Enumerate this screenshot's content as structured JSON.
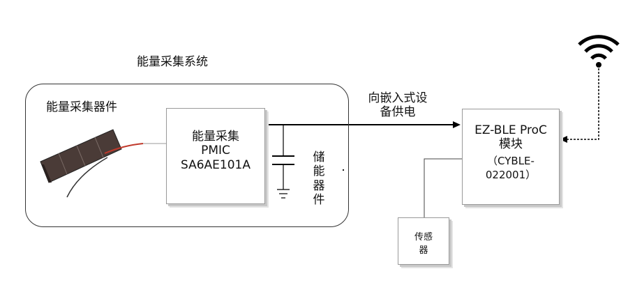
{
  "system_title": "能量采集系统",
  "harvester_label": "能量采集器件",
  "pmic": {
    "line1": "能量采集",
    "line2": "PMIC",
    "line3": "SA6AE101A"
  },
  "storage_label": [
    "储",
    "能",
    "器",
    "件"
  ],
  "power_label": {
    "line1": "向嵌入式设",
    "line2": "备供电"
  },
  "ble_module": {
    "line1": "EZ-BLE ProC",
    "line2": "模块",
    "line3": "（CYBLE-",
    "line4": "022001）"
  },
  "sensor": {
    "line1": "传感",
    "line2": "器"
  },
  "icons": {
    "wifi": "wifi-signal-icon",
    "ground": "ground-icon",
    "capacitor": "capacitor-icon",
    "solar": "solar-panel-icon"
  },
  "colors": {
    "line": "#000000",
    "box_border": "#999999",
    "wire_red": "#c0392b"
  }
}
